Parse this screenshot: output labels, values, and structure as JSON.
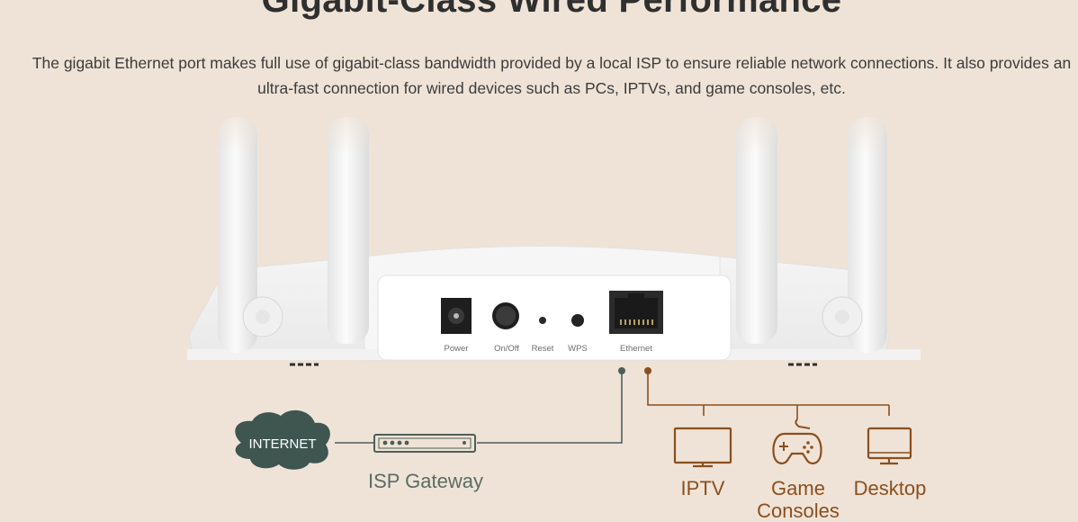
{
  "section": {
    "title": "Gigabit-Class Wired Performance",
    "description": "The gigabit Ethernet port makes full use of gigabit-class bandwidth provided by a local ISP to ensure reliable network connections. It also provides an ultra-fast connection for wired devices such as PCs, IPTVs, and game consoles, etc."
  },
  "router": {
    "ports": {
      "power": "Power",
      "onoff": "On/Off",
      "reset": "Reset",
      "wps": "WPS",
      "ethernet": "Ethernet"
    }
  },
  "diagram": {
    "internet": "INTERNET",
    "gateway": "ISP Gateway",
    "devices": {
      "iptv": "IPTV",
      "game_line1": "Game",
      "game_line2": "Consoles",
      "desktop": "Desktop"
    }
  },
  "colors": {
    "background": "#efe3d7",
    "dark_line": "#4f5e59",
    "brown_line": "#8a4f1e",
    "router_white": "#f7f7f7"
  },
  "icons": [
    "cloud-icon",
    "gateway-icon",
    "tv-icon",
    "gamepad-icon",
    "monitor-icon"
  ]
}
